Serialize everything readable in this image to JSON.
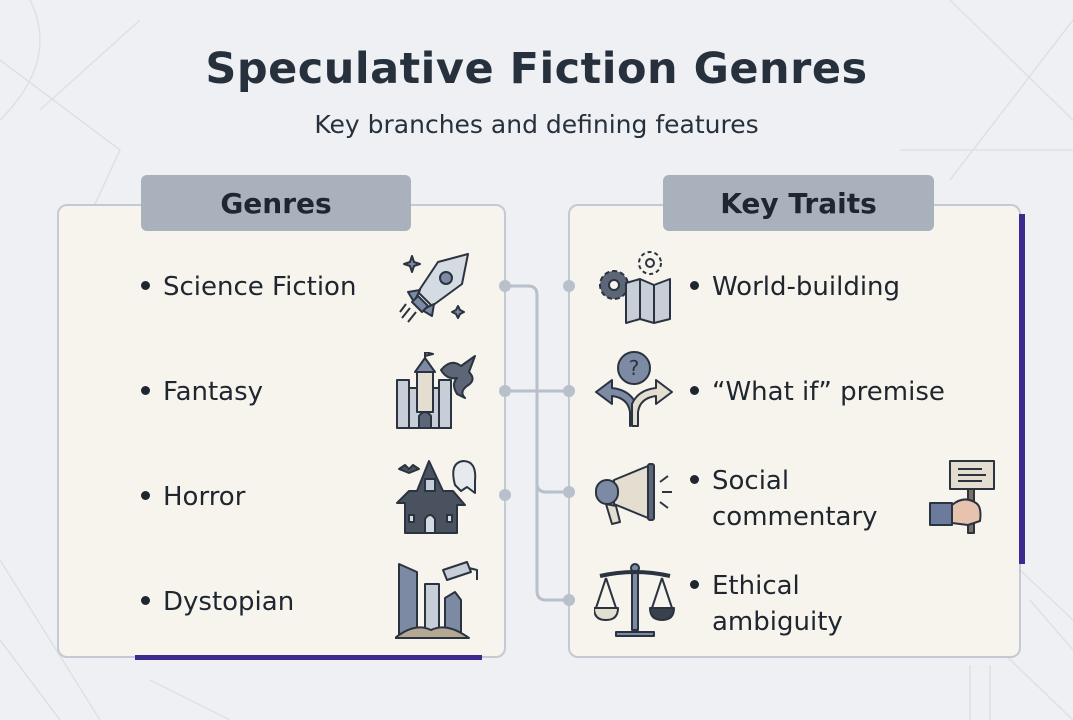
{
  "title": "Speculative Fiction Genres",
  "subtitle": "Key branches and defining features",
  "colors": {
    "accent": "#3d2a8e",
    "header_bg": "#a8b1bc",
    "panel_bg": "#f6f4ec",
    "connector": "#b8c0cb"
  },
  "genres": {
    "header": "Genres",
    "items": [
      {
        "label": "Science Fiction",
        "icon": "rocket-icon"
      },
      {
        "label": "Fantasy",
        "icon": "castle-dragon-icon"
      },
      {
        "label": "Horror",
        "icon": "haunted-house-icon"
      },
      {
        "label": "Dystopian",
        "icon": "ruined-city-icon"
      }
    ]
  },
  "traits": {
    "header": "Key Traits",
    "items": [
      {
        "label": "World-building",
        "icon": "gears-map-icon"
      },
      {
        "label": "“What if” premise",
        "icon": "question-crossroads-icon"
      },
      {
        "label": "Social commentary",
        "line1": "Social",
        "line2": "commentary",
        "icon": "megaphone-icon"
      },
      {
        "label": "Ethical ambiguity",
        "line1": "Ethical",
        "line2": "ambiguity",
        "icon": "scales-icon"
      }
    ]
  }
}
